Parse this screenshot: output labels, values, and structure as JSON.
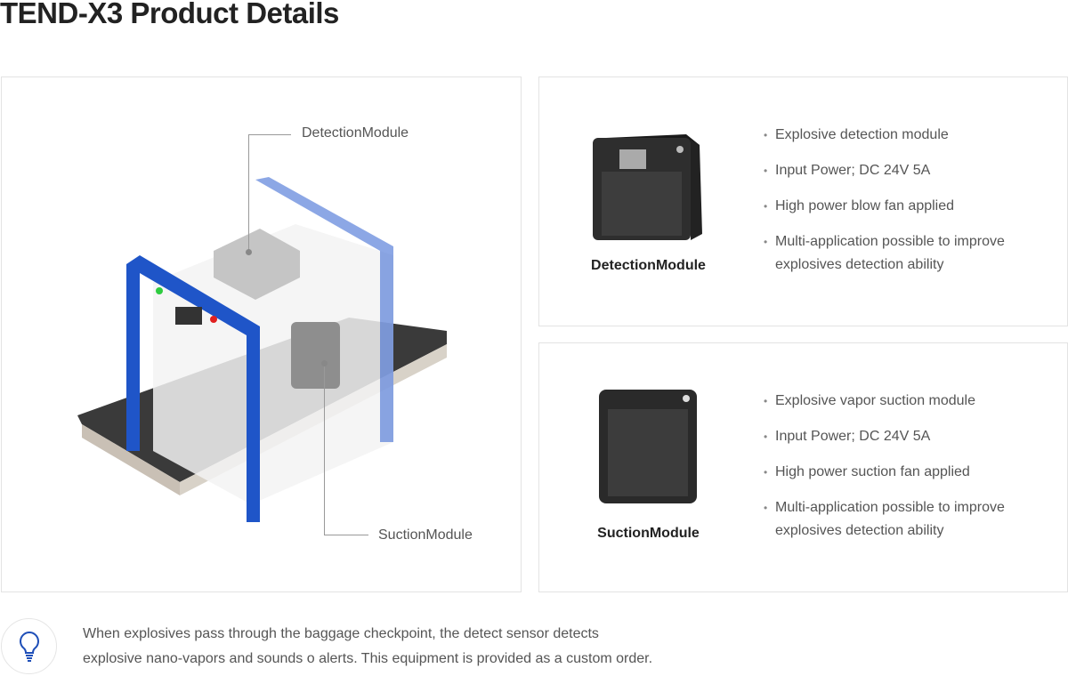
{
  "title": "TEND-X3 Product Details",
  "diagram": {
    "detection_label": "DetectionModule",
    "suction_label": "SuctionModule"
  },
  "modules": [
    {
      "name": "DetectionModule",
      "features": [
        "Explosive detection module",
        "Input Power; DC 24V 5A",
        "High power blow fan applied",
        "Multi-application possible to improve explosives detection ability"
      ]
    },
    {
      "name": "SuctionModule",
      "features": [
        "Explosive vapor suction module",
        "Input Power; DC 24V 5A",
        "High power suction fan applied",
        "Multi-application possible to improve explosives detection ability"
      ]
    }
  ],
  "tip": {
    "icon": "lightbulb-icon",
    "line1": "When explosives pass through the baggage checkpoint, the detect sensor detects",
    "line2": "explosive nano-vapors and sounds o alerts. This equipment is provided as a custom order."
  },
  "colors": {
    "accent": "#1f55c8"
  }
}
